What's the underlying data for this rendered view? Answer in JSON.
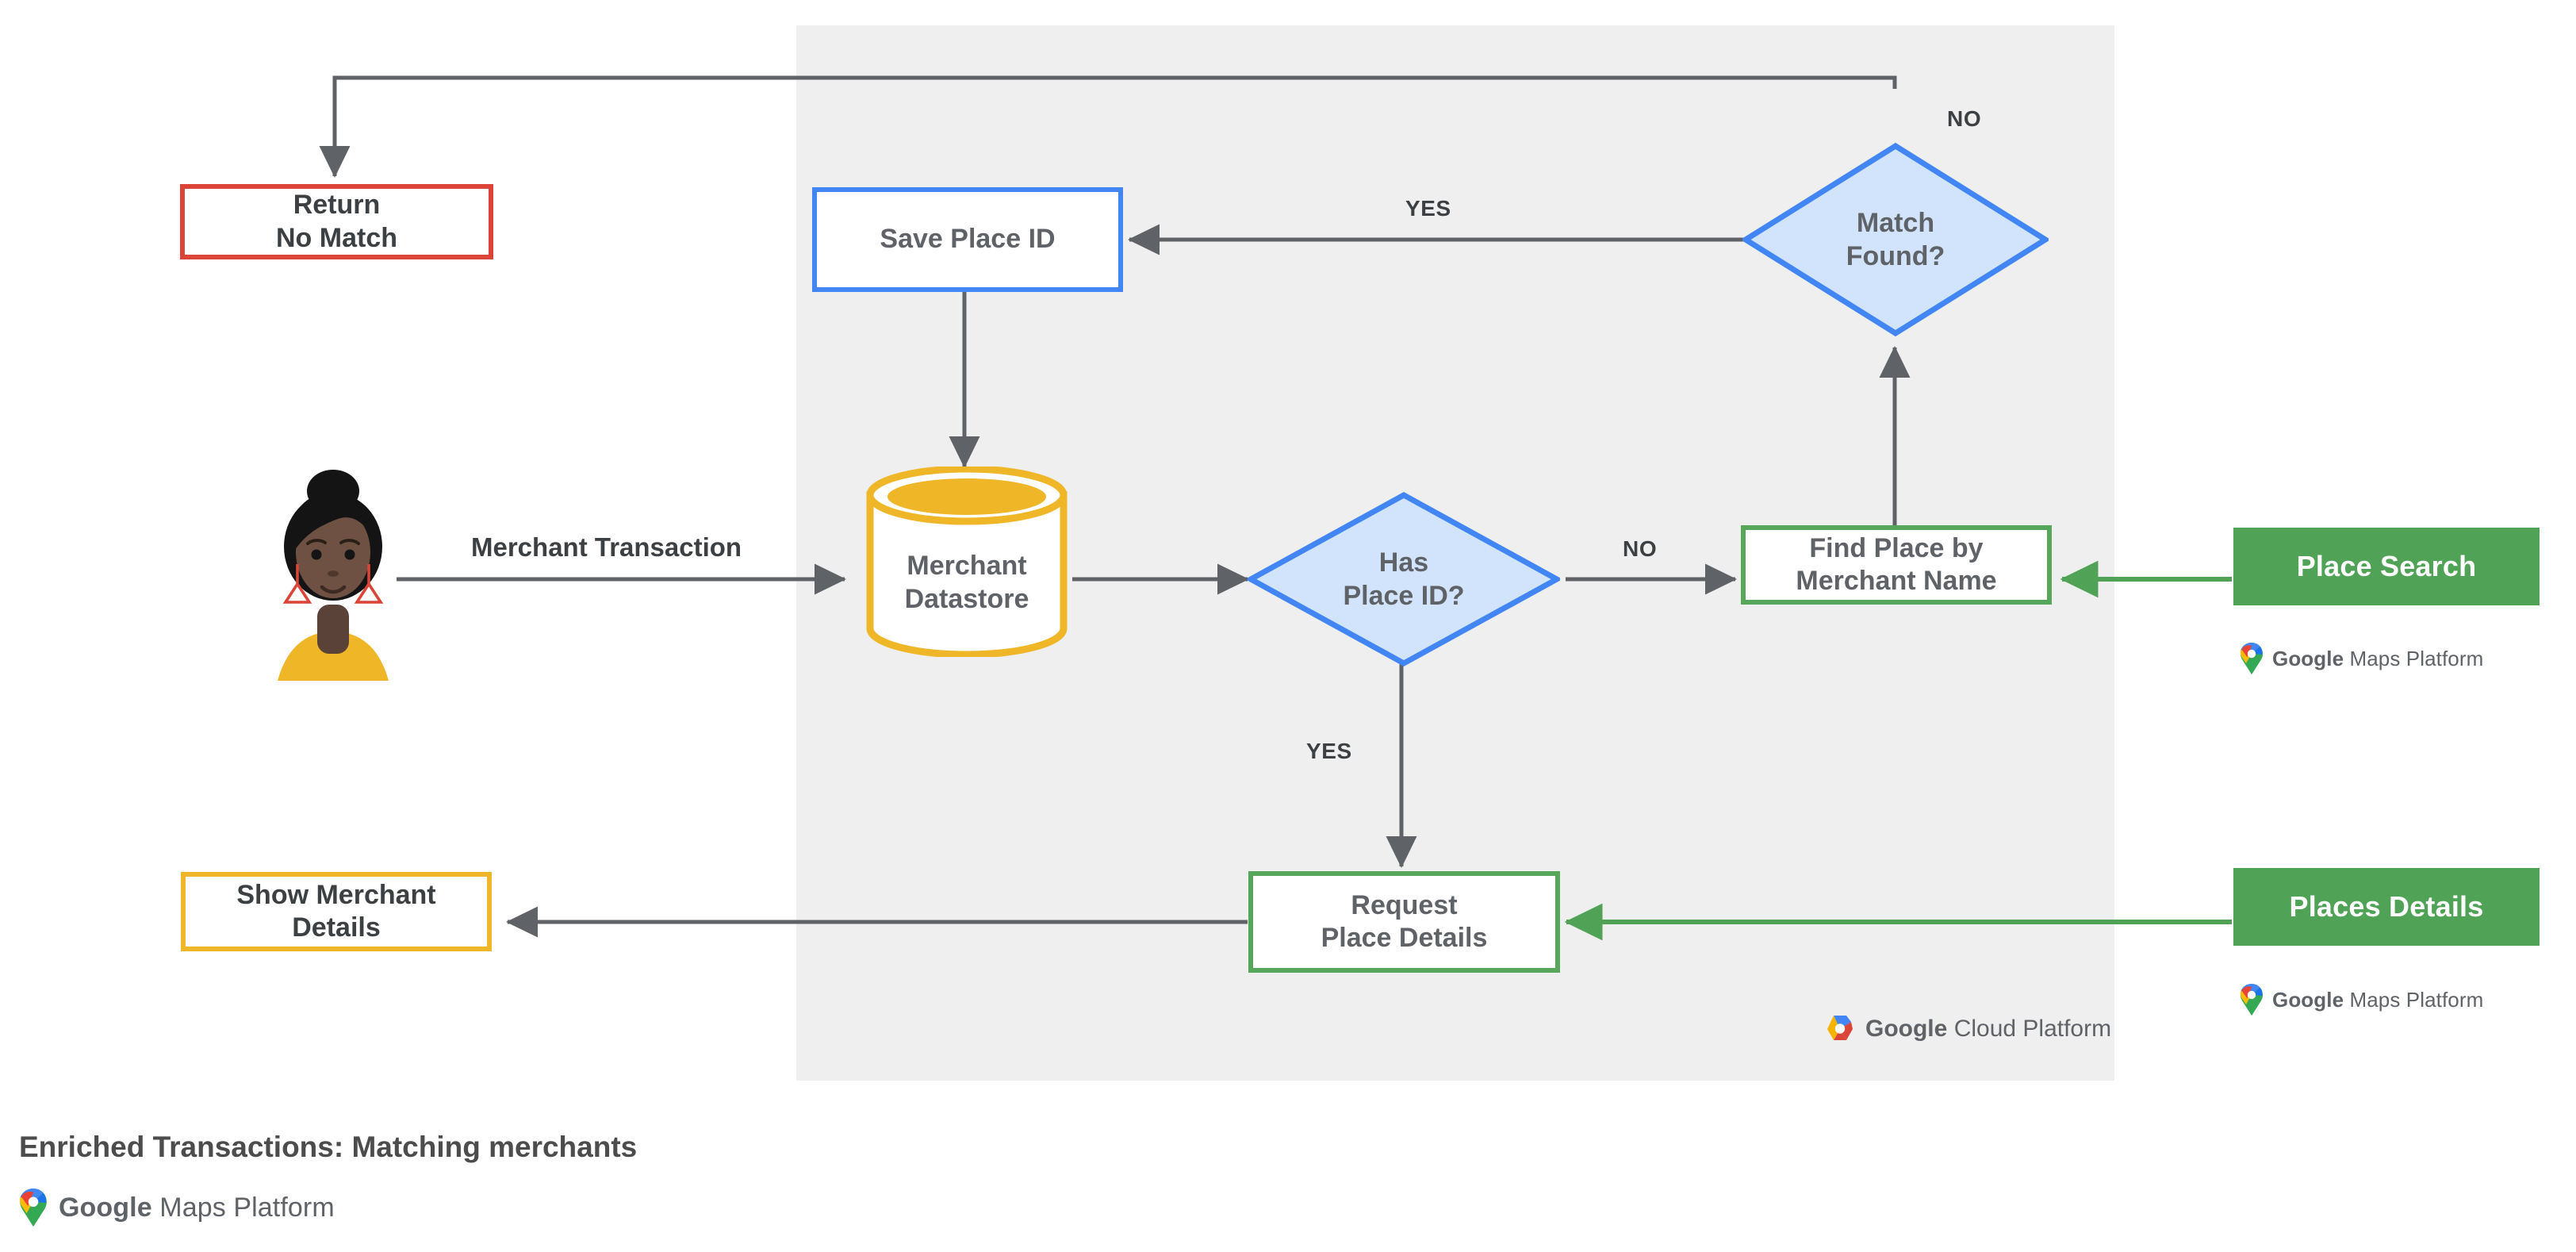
{
  "diagram": {
    "caption": "Enriched Transactions: Matching merchants",
    "panel_label": "Google Cloud Platform",
    "gcp_brand": "Google",
    "gcp_product": "Cloud Platform",
    "gmp_brand": "Google",
    "gmp_product": "Maps Platform",
    "colors": {
      "panel_bg": "#EFEFEF",
      "red": "#DB4437",
      "blue": "#4285F4",
      "blue_fill": "#D2E3FC",
      "yellow": "#EFB728",
      "green": "#57A75B",
      "green_solid": "#50A356",
      "arrow_gray": "#5F6368",
      "text_gray": "#5F6368"
    }
  },
  "nodes": {
    "return_no_match": {
      "label": "Return\nNo Match",
      "shape": "box",
      "color": "red"
    },
    "save_place_id": {
      "label": "Save Place ID",
      "shape": "box",
      "color": "blue"
    },
    "match_found": {
      "label": "Match\nFound?",
      "shape": "diamond",
      "color": "blue"
    },
    "merchant_datastore": {
      "label": "Merchant\nDatastore",
      "shape": "cylinder",
      "color": "yellow"
    },
    "has_place_id": {
      "label": "Has\nPlace ID?",
      "shape": "diamond",
      "color": "blue"
    },
    "find_place_by_merchant_name": {
      "label": "Find Place by\nMerchant Name",
      "shape": "box",
      "color": "green"
    },
    "show_merchant_details": {
      "label": "Show Merchant\nDetails",
      "shape": "box",
      "color": "yellow"
    },
    "request_place_details": {
      "label": "Request\nPlace Details",
      "shape": "box",
      "color": "green"
    }
  },
  "api_chips": {
    "place_search": {
      "label": "Place Search"
    },
    "places_details": {
      "label": "Places Details"
    }
  },
  "edge_labels": {
    "merchant_transaction": "Merchant Transaction",
    "match_found_no": "NO",
    "match_found_yes": "YES",
    "has_place_id_no": "NO",
    "has_place_id_yes": "YES"
  },
  "avatar": {
    "name": "merchant-customer-avatar",
    "hair": "#1A1A1A",
    "skin": "#6E5143",
    "skin_shadow": "#5B4238",
    "shirt": "#EFB728",
    "earring": "#DB4437"
  }
}
